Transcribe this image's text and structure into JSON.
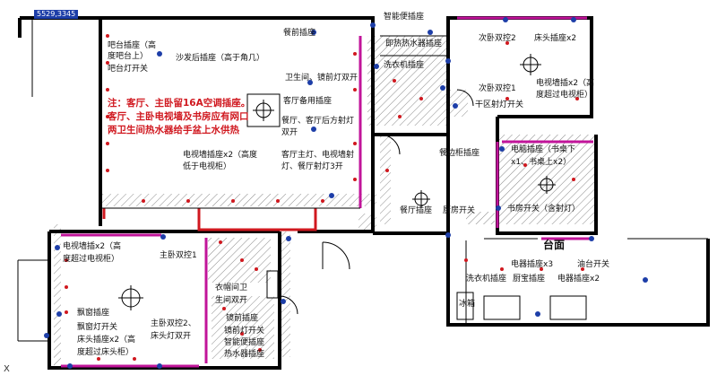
{
  "viewport": {
    "coordinate_readout": "5529,3345"
  },
  "axis_label": "X",
  "notice": {
    "line1": "注：客厅、主卧留16A空调插座。",
    "line2": "客厅、主卧电视墙及书房应有网口",
    "line3": "两卫生间热水器给手盆上水供热"
  },
  "labels": {
    "balcony_socket": "吧台插座（高",
    "balcony_socket_2": "度吧台上）",
    "balcony_light_switch": "吧台灯开关",
    "sofa_socket": "沙发后插座（高于角几）",
    "dining_front_socket": "餐前插座",
    "bath_heater_switch": "卫生间、镜前灯双开",
    "spare_socket": "客厅备用插座",
    "dining_light_switch": "餐厅、客厅后方射灯",
    "dining_light_switch_2": "双开",
    "tv_wall_socket": "电视墙插座x2（高度",
    "tv_wall_socket_2": "低于电视柜）",
    "living_main_light": "客厅主灯、电视墙射",
    "living_main_light_2": "灯、餐厅射灯3开",
    "smart_toilet_socket": "智能便插座",
    "instant_heater_socket": "即热热水器插座",
    "washer_socket_top": "洗衣机插座",
    "second_bed_switch": "次卧双控2",
    "bedside_socket": "床头插座x2",
    "second_bed_switch_1": "次卧双控1",
    "tv_wall_socket_second": "电视墙插x2（高",
    "tv_wall_socket_second_2": "度超过电视柜）",
    "dry_zone_switch": "干区射灯开关",
    "sideboard_socket": "餐边柜插座",
    "computer_socket": "电脑插座（书桌下",
    "computer_socket_2": "x1、书桌上x2）",
    "dining_socket": "餐厅插座",
    "kitchen_switch": "厨房开关",
    "study_switch": "书房开关（含射灯）",
    "counter": "台面",
    "appliance_socket": "电器插座x3",
    "range_hood_switch": "油台开关",
    "washer_socket": "洗衣机插座",
    "kitchen_treasure_socket": "厨宝插座",
    "stove_socket": "电器插座x2",
    "master_tv_socket": "电视墙插x2（高",
    "master_tv_socket_2": "度超过电视柜）",
    "master_switch_1": "主卧双控1",
    "bay_window_socket": "飘窗插座",
    "bay_light_switch": "飘窗灯开关",
    "bedside_socket_master": "床头插座x2（高",
    "bedside_socket_master_2": "度超过床头柜）",
    "master_switch_2": "主卧双控2、",
    "master_switch_2b": "床头灯双开",
    "closet_switch": "衣帽间卫",
    "closet_switch_2": "生间双开",
    "mirror_front_socket": "镜前插座",
    "mirror_light_switch": "镜前灯开关",
    "smart_toilet_socket_2": "智能便插座",
    "water_heater_socket": "热水器插座",
    "fridge_tag": "冰箱"
  },
  "colors": {
    "wall": "#000000",
    "partition": "#c1149a",
    "accent_red": "#d0181f",
    "symbol_blue": "#1d3ea8",
    "hatch": "#8a8a8a"
  }
}
